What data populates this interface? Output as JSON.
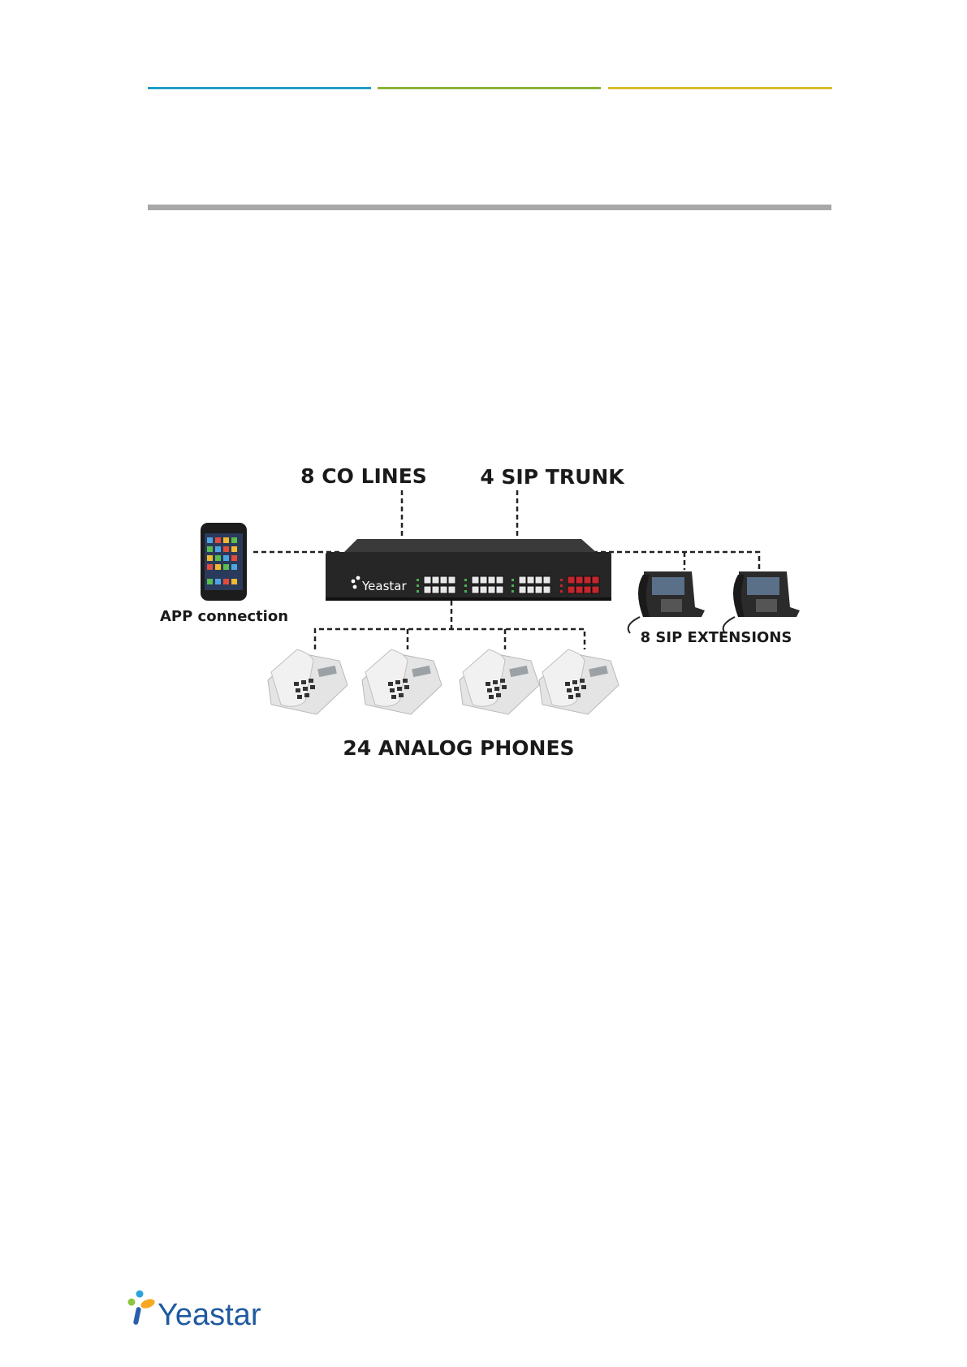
{
  "header": {
    "colors": {
      "blue": "#1f9dc8",
      "green": "#8db33a",
      "yellow": "#d9bf2c",
      "rule": "#a8a8a8"
    }
  },
  "diagram": {
    "co_lines": "8 CO LINES",
    "sip_trunk": "4 SIP TRUNK",
    "app_connection": "APP connection",
    "sip_extensions": "8 SIP EXTENSIONS",
    "analog_phones": "24  ANALOG PHONES",
    "device_brand": "Yeastar",
    "port_colors": {
      "normal": "#e8e8e8",
      "trunk": "#c4262e"
    }
  },
  "footer": {
    "logo_text": "Yeastar",
    "logo_colors": [
      "#2aa3dc",
      "#8cc63f",
      "#f7a823",
      "#2b5fa8"
    ]
  }
}
